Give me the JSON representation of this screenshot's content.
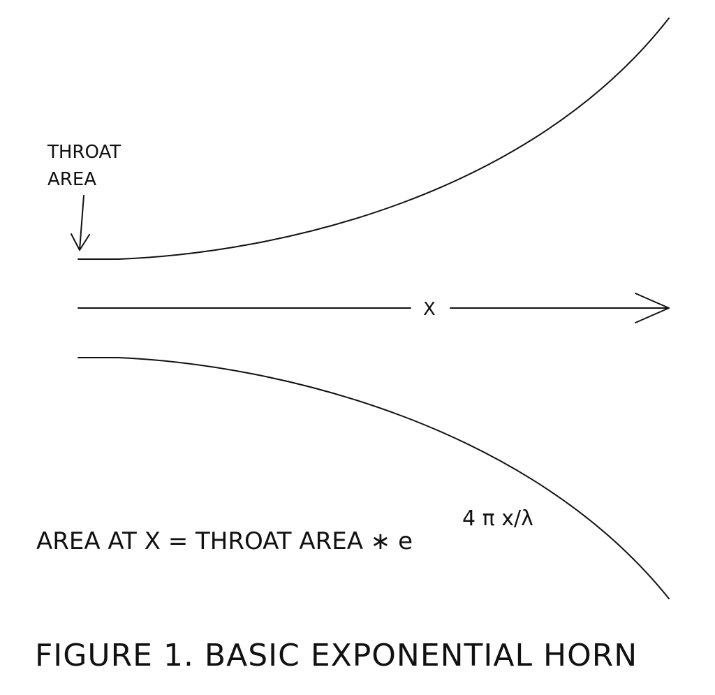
{
  "figure": {
    "throat_label_line1": "THROAT",
    "throat_label_line2": "AREA",
    "axis_label": "X",
    "formula_main": "AREA AT X = THROAT AREA ∗ e",
    "formula_exponent": "4 π x/λ",
    "caption": "FIGURE 1.  BASIC EXPONENTIAL HORN"
  }
}
